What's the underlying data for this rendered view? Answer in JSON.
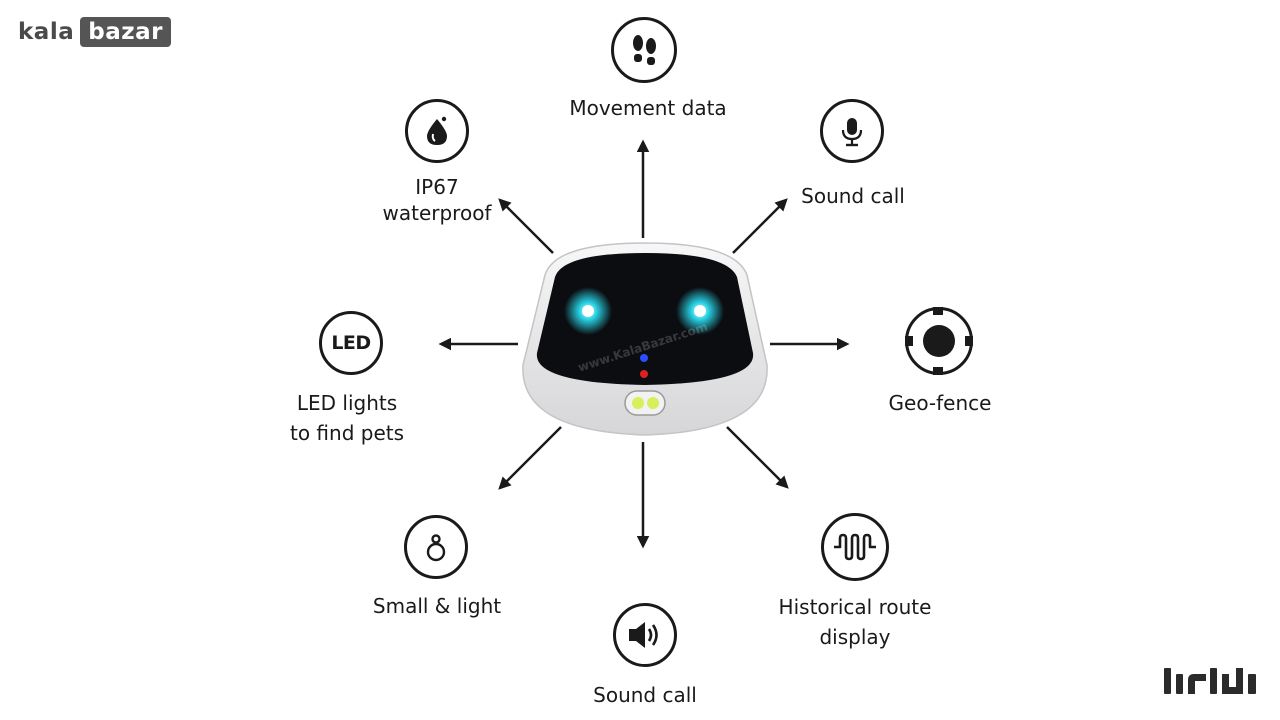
{
  "brand": {
    "kala": "kala",
    "bazar": "bazar",
    "device_watermark": "www.KalaBazar.com"
  },
  "features": {
    "movement": {
      "icon": "footprints-icon",
      "label": "Movement data"
    },
    "sound_call_mic": {
      "icon": "microphone-icon",
      "label": "Sound call"
    },
    "geo_fence": {
      "icon": "geo-fence-icon",
      "label": "Geo-fence"
    },
    "historical_route": {
      "icon": "waveform-route-icon",
      "label_line1": "Historical route",
      "label_line2": "display"
    },
    "sound_call_speaker": {
      "icon": "speaker-icon",
      "label": "Sound call"
    },
    "small_light": {
      "icon": "small-light-icon",
      "label": "Small & light"
    },
    "led": {
      "icon": "led-icon",
      "icon_text": "LED",
      "label_line1": "LED lights",
      "label_line2": "to find pets"
    },
    "waterproof": {
      "icon": "water-drop-icon",
      "label_line1": "IP67",
      "label_line2": "waterproof"
    }
  },
  "colors": {
    "ink": "#1a1a1a",
    "eye_glow": "#29d3e6",
    "screen": "#0b0d10",
    "shell": "#e9e9ea"
  }
}
